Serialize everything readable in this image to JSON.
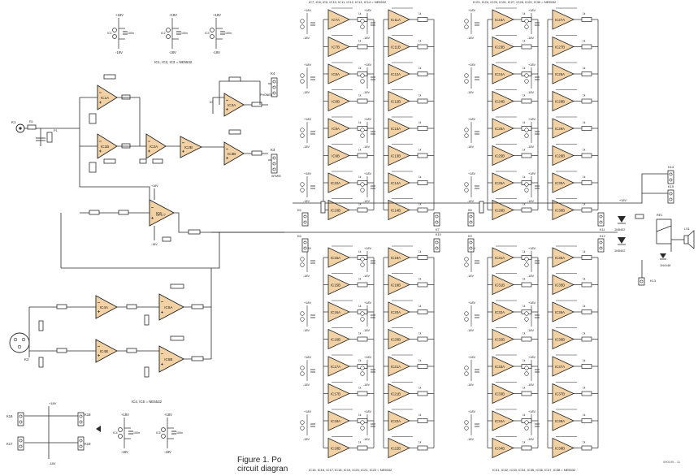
{
  "figure": {
    "caption_line1": "Figure 1. Po",
    "caption_line2": "circuit diagran",
    "ref_number": "090195 - 11"
  },
  "notes": {
    "supply_ics_top": "IC1, IC2, IC3 = NE5532",
    "ic4_ic5": "IC4, IC5 = NE5532",
    "bank_a": "IC7, IC8, IC9, IC10, IC11, IC12, IC13, IC14 = NE5532",
    "bank_b": "IC23, IC24, IC25, IC26, IC27, IC28, IC29, IC30 = NE5532",
    "bank_c": "IC15, IC16, IC17, IC18, IC19, IC20, IC21, IC22 = NE5532",
    "bank_d": "IC31, IC32, IC33, IC34, IC35, IC36, IC37, IC38 = NE5532"
  },
  "supply": {
    "pos": "+18V",
    "neg": "-18V",
    "cap": "100n"
  },
  "input_stage": {
    "k1": "K1",
    "r1": "R1",
    "k2": "K2",
    "p1": "P1",
    "ic1a": "IC1A",
    "ic1b": "IC1B",
    "ic2a": "IC2A",
    "ic2b": "IC2B",
    "ic3a": "IC3A",
    "ic3b": "IC3B",
    "ic6": "IC6",
    "ic6_part": "OP177",
    "k3": "K3",
    "k3_label": "SPARE",
    "k4": "K4",
    "k4_label": "PHONES",
    "d1": "D1",
    "ic4a": "IC4A",
    "ic4b": "IC4B",
    "ic5a": "IC5A",
    "ic5b": "IC5B"
  },
  "power": {
    "k14": "K14",
    "k15": "K15",
    "k13": "K13",
    "k11": "K11",
    "k12": "K12",
    "k16": "K16",
    "k17": "K17",
    "k18": "K18",
    "k19": "K19",
    "d2": "1N5402",
    "d3": "1N5402",
    "d4": "1N4148",
    "re1": "RE1",
    "lsp": "LS1"
  },
  "banks": [
    {
      "ics": [
        "IC7A",
        "IC7B",
        "IC8A",
        "IC8B",
        "IC9A",
        "IC9B",
        "IC10A",
        "IC10B"
      ],
      "ics2": [
        "IC11A",
        "IC11B",
        "IC12A",
        "IC12B",
        "IC13A",
        "IC13B",
        "IC14A",
        "IC14B"
      ]
    },
    {
      "ics": [
        "IC23A",
        "IC23B",
        "IC24A",
        "IC24B",
        "IC25A",
        "IC25B",
        "IC26A",
        "IC26B"
      ],
      "ics2": [
        "IC27A",
        "IC27B",
        "IC28A",
        "IC28B",
        "IC29A",
        "IC29B",
        "IC30A",
        "IC30B"
      ]
    },
    {
      "ics": [
        "IC15A",
        "IC15B",
        "IC16A",
        "IC16B",
        "IC17A",
        "IC17B",
        "IC18A",
        "IC18B"
      ],
      "ics2": [
        "IC19A",
        "IC19B",
        "IC20A",
        "IC20B",
        "IC21A",
        "IC21B",
        "IC22A",
        "IC22B"
      ]
    },
    {
      "ics": [
        "IC31A",
        "IC31B",
        "IC32A",
        "IC32B",
        "IC33A",
        "IC33B",
        "IC34A",
        "IC34B"
      ],
      "ics2": [
        "IC35A",
        "IC35B",
        "IC36A",
        "IC36B",
        "IC37A",
        "IC37B",
        "IC38A",
        "IC38B"
      ]
    }
  ],
  "colors": {
    "opamp_fill": "#f2d2a4",
    "opamp_stroke": "#222222",
    "wire": "#2a2a2a"
  }
}
